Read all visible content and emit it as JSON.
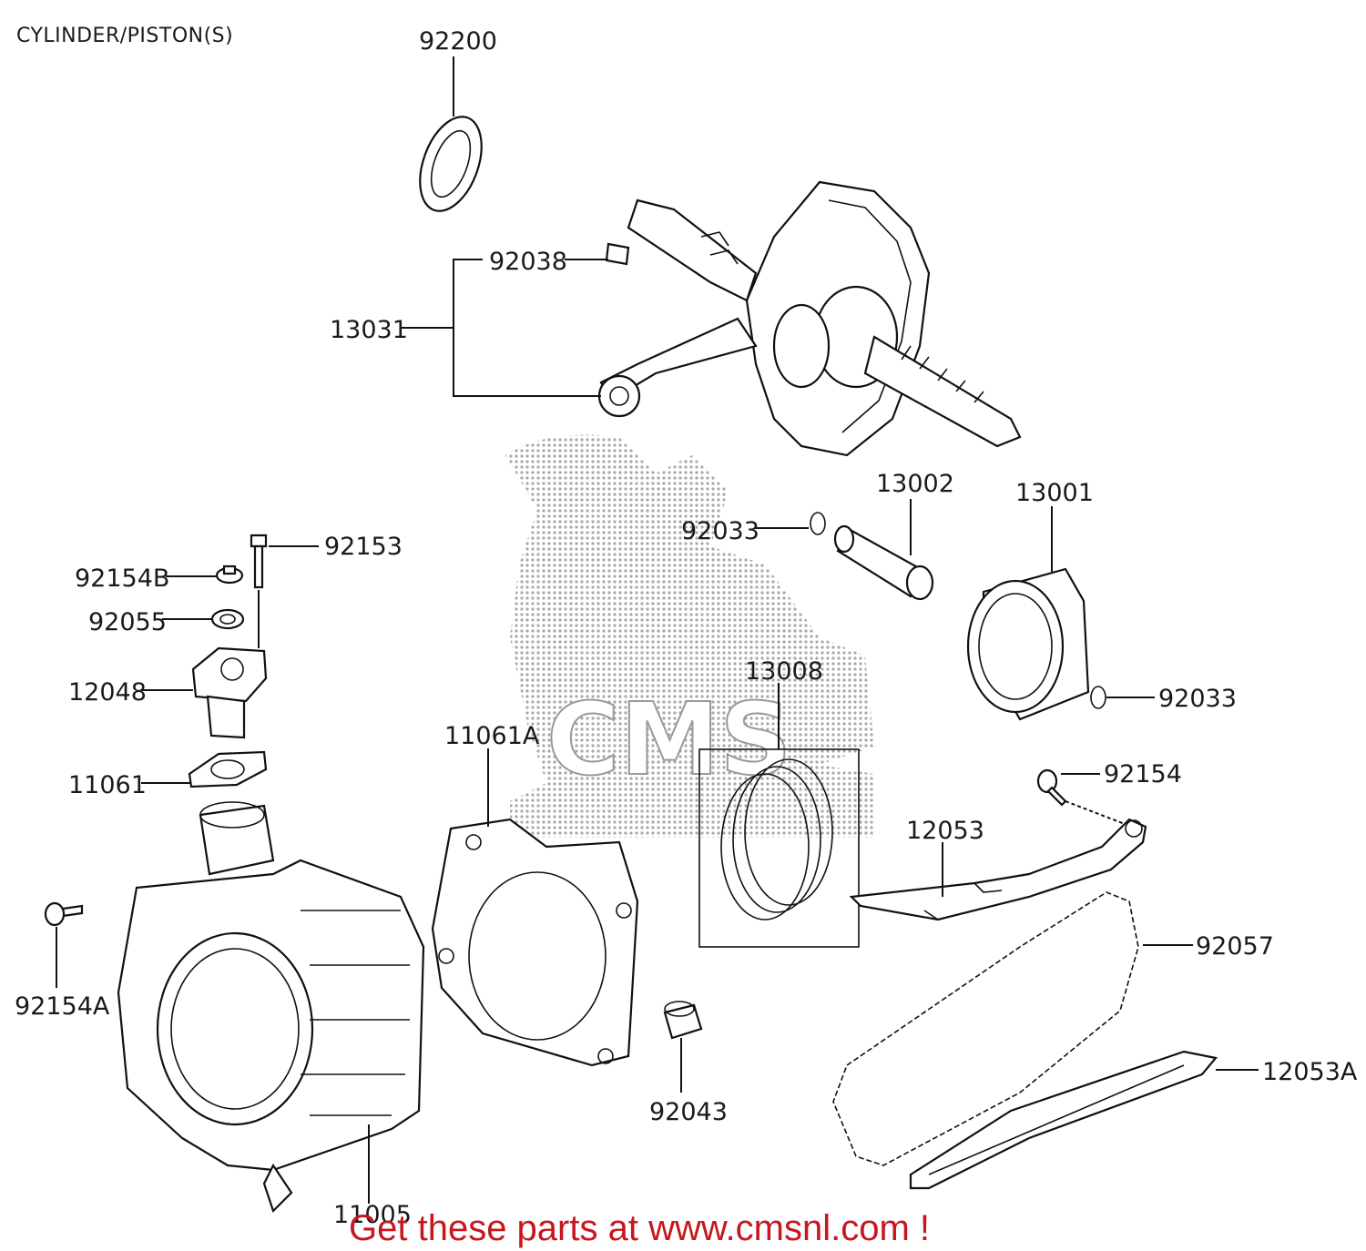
{
  "title": "CYLINDER/PISTON(S)",
  "footer": "Get these parts at www.cmsnl.com !",
  "watermark_text": "CMS",
  "colors": {
    "footer": "#c8161d",
    "line": "#111111",
    "watermark": "#9a9a9a"
  },
  "labels": {
    "p92200": "92200",
    "p92038": "92038",
    "p13031": "13031",
    "p13002": "13002",
    "p13001": "13001",
    "p92033a": "92033",
    "p92033b": "92033",
    "p92153": "92153",
    "p92154B": "92154B",
    "p92055": "92055",
    "p12048": "12048",
    "p11061": "11061",
    "p11061A": "11061A",
    "p13008": "13008",
    "p92154": "92154",
    "p12053": "12053",
    "p92057": "92057",
    "p92154A": "92154A",
    "p92043": "92043",
    "p12053A": "12053A",
    "p11005": "11005"
  }
}
